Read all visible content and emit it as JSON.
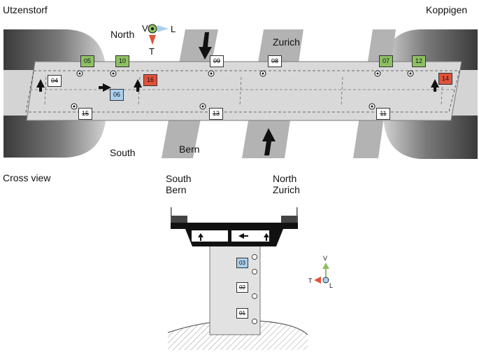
{
  "labels": {
    "utzenstorf": "Utzenstorf",
    "koppigen": "Koppigen",
    "north": "North",
    "south": "South",
    "zurich": "Zurich",
    "bern": "Bern",
    "cross_view": "Cross view",
    "south_bern_1": "South",
    "south_bern_2": "Bern",
    "north_zurich_1": "North",
    "north_zurich_2": "Zurich"
  },
  "axes_top": {
    "v": "V",
    "l": "L",
    "t": "T"
  },
  "axes_cross": {
    "v": "V",
    "l": "L",
    "t": "T"
  },
  "sensors_plan": [
    {
      "id": "04",
      "struck": true,
      "color": "white"
    },
    {
      "id": "05",
      "struck": false,
      "color": "green"
    },
    {
      "id": "10",
      "struck": false,
      "color": "green"
    },
    {
      "id": "06",
      "struck": false,
      "color": "blue"
    },
    {
      "id": "16",
      "struck": false,
      "color": "red"
    },
    {
      "id": "09",
      "struck": true,
      "color": "white"
    },
    {
      "id": "08",
      "struck": true,
      "color": "white"
    },
    {
      "id": "07",
      "struck": false,
      "color": "green"
    },
    {
      "id": "12",
      "struck": false,
      "color": "green"
    },
    {
      "id": "14",
      "struck": false,
      "color": "red"
    },
    {
      "id": "15",
      "struck": true,
      "color": "white"
    },
    {
      "id": "13",
      "struck": true,
      "color": "white"
    },
    {
      "id": "11",
      "struck": true,
      "color": "white"
    }
  ],
  "sensors_cross": [
    {
      "id": "03",
      "struck": false,
      "color": "blue"
    },
    {
      "id": "02",
      "struck": true,
      "color": "white"
    },
    {
      "id": "01",
      "struck": true,
      "color": "white"
    }
  ],
  "colors": {
    "green": "#8dc063",
    "blue": "#a9d0ee",
    "red": "#e1523a",
    "white": "#ffffff",
    "deck": "#d9d9d9",
    "road": "#b3b3b3",
    "arrow": "#111111"
  }
}
